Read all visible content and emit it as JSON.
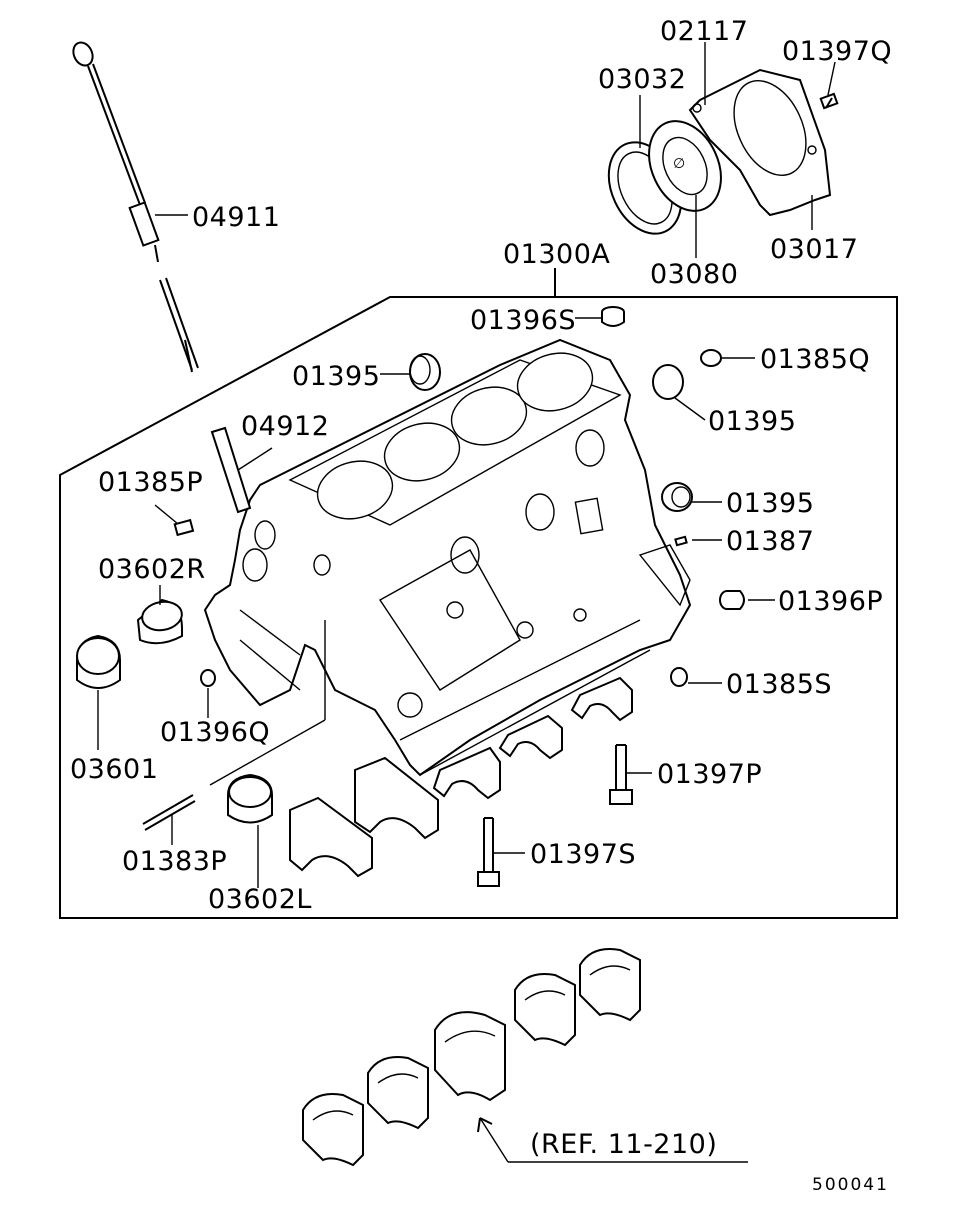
{
  "labels": {
    "dipstick": "04911",
    "block_assy": "01300A",
    "seal_case": "02117",
    "bolt_seal_case": "01397Q",
    "rear_oil_seal": "03032",
    "oil_seal_retainer": "03017",
    "gasket": "03080",
    "plug_top": "01396S",
    "expansion_plug_left": "01395",
    "plug_right_top": "01385Q",
    "expansion_plug_right_1": "01395",
    "dipstick_guide": "04912",
    "expansion_plug_right_2": "01395",
    "plug_left": "01385P",
    "pin": "01387",
    "bushing_r": "03602R",
    "plug_right_mid": "01396P",
    "plug_right_low": "01385S",
    "plug_small_left": "01396Q",
    "bushing_front": "03601",
    "bolt_right": "01397P",
    "stud": "01383P",
    "bolt_lower": "01397S",
    "bushing_l": "03602L"
  },
  "reference": "(REF. 11-210)",
  "figure_number": "500041"
}
